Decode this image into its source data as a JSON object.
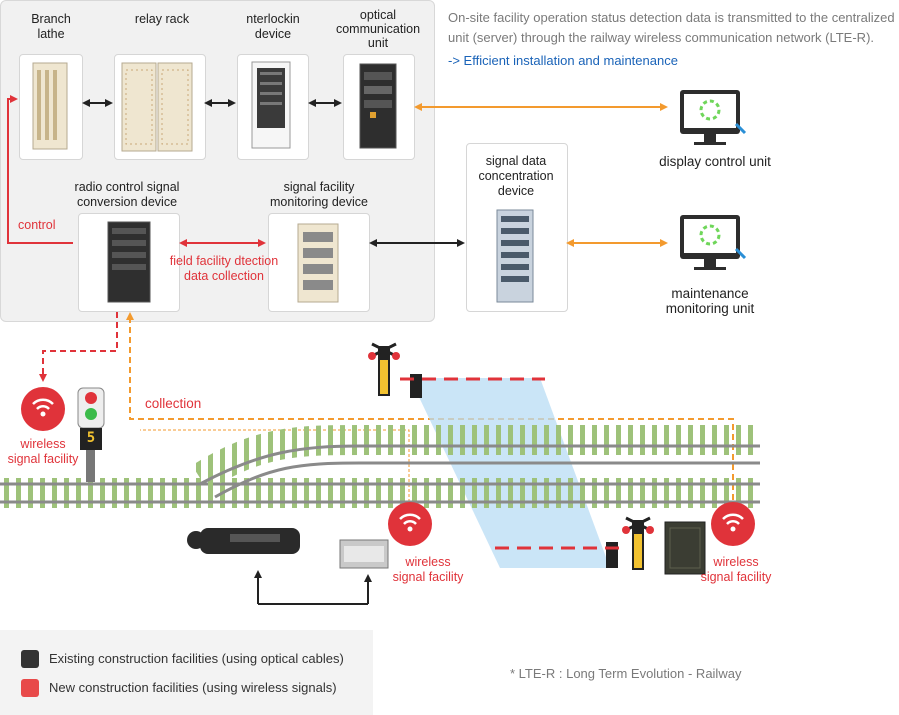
{
  "equipment": {
    "branch_lathe": "Branch\nlathe",
    "relay_rack": "relay rack",
    "interlocking": "nterlockin\ndevice",
    "optical_unit": "optical\ncommunication\nunit",
    "radio_control": "radio control signal\nconversion device",
    "signal_monitoring": "signal facility\nmonitoring device",
    "concentration": "signal data\nconcentration\ndevice",
    "display_control": "display control unit",
    "maintenance": "maintenance\nmonitoring unit"
  },
  "labels": {
    "control": "control",
    "field_detection": "field facility dtection\ndata collection",
    "collection": "collection",
    "wireless_left": "wireless\nsignal facility",
    "wireless_mid": "wireless\nsignal facility",
    "wireless_right": "wireless\nsignal facility",
    "signal_number": "5"
  },
  "info": {
    "description": "On-site facility operation status detection data is transmitted to the centralized unit (server) through the railway wireless communication network (LTE-R).",
    "link": "-> Efficient installation and maintenance",
    "footnote": "* LTE-R : Long Term Evolution - Railway"
  },
  "legend": {
    "existing": "Existing construction facilities (using optical cables)",
    "new": "New construction facilities (using wireless signals)"
  },
  "colors": {
    "existing": "#333333",
    "new": "#e84a4a",
    "orange": "#f39a2e",
    "red": "#e0333a"
  }
}
